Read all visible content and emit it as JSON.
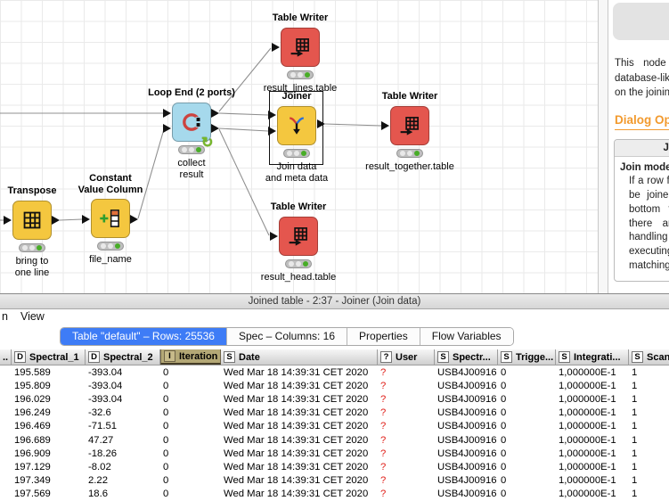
{
  "colors": {
    "node_red": "#E4564E",
    "node_yellow": "#F4C73F",
    "node_blue": "#A6D9EC",
    "selected_tab_blue": "#3E7CF6",
    "heading_orange": "#F29A2E",
    "selected_column_tan": "#B4A876",
    "missing_value_red": "#E0201A"
  },
  "canvas": {
    "nodes": [
      {
        "title": "Table Writer",
        "label": "result_lines.table"
      },
      {
        "title": "Loop End (2 ports)",
        "label": "collect\nresult"
      },
      {
        "title": "Joiner",
        "label": "Join data\nand meta data",
        "selected": true
      },
      {
        "title": "Table Writer",
        "label": "result_together.table"
      },
      {
        "title": "Transpose",
        "label": "bring to\none line"
      },
      {
        "title": "Constant\nValue Column",
        "label": "file_name"
      },
      {
        "title": "Table Writer",
        "label": "result_head.table"
      }
    ]
  },
  "help_panel": {
    "intro": "This node joins two tables in a database-like way. The join is based on the joining columns of both tables.",
    "dialog_heading": "Dialog Options",
    "box_title": "Joiner Settings",
    "join_mode_label": "Join mode",
    "join_mode_text": "If a row from the top table cannot be joined with a row from the bottom table (and vice versa) there are several options of handling this situation. After executing this node only matching rows are shown."
  },
  "table_window": {
    "title": "Joined table - 2:37 - Joiner (Join data)",
    "menu": [
      "n",
      "View"
    ],
    "tabs": [
      "Table \"default\" – Rows: 25536",
      "Spec – Columns: 16",
      "Properties",
      "Flow Variables"
    ],
    "columns": [
      {
        "icon": "",
        "label": ".."
      },
      {
        "icon": "D",
        "label": "Spectral_1"
      },
      {
        "icon": "D",
        "label": "Spectral_2"
      },
      {
        "icon": "I",
        "label": "Iteration",
        "selected": true
      },
      {
        "icon": "S",
        "label": "Date"
      },
      {
        "icon": "?",
        "label": "User"
      },
      {
        "icon": "S",
        "label": "Spectr..."
      },
      {
        "icon": "S",
        "label": "Trigge..."
      },
      {
        "icon": "S",
        "label": "Integrati..."
      },
      {
        "icon": "S",
        "label": "Scans"
      }
    ],
    "rows": [
      [
        "",
        "195.589",
        "-393.04",
        "0",
        "Wed Mar 18 14:39:31 CET 2020",
        "?",
        "USB4J00916",
        "0",
        "1,000000E-1",
        "1"
      ],
      [
        "",
        "195.809",
        "-393.04",
        "0",
        "Wed Mar 18 14:39:31 CET 2020",
        "?",
        "USB4J00916",
        "0",
        "1,000000E-1",
        "1"
      ],
      [
        "",
        "196.029",
        "-393.04",
        "0",
        "Wed Mar 18 14:39:31 CET 2020",
        "?",
        "USB4J00916",
        "0",
        "1,000000E-1",
        "1"
      ],
      [
        "",
        "196.249",
        "-32.6",
        "0",
        "Wed Mar 18 14:39:31 CET 2020",
        "?",
        "USB4J00916",
        "0",
        "1,000000E-1",
        "1"
      ],
      [
        "",
        "196.469",
        "-71.51",
        "0",
        "Wed Mar 18 14:39:31 CET 2020",
        "?",
        "USB4J00916",
        "0",
        "1,000000E-1",
        "1"
      ],
      [
        "",
        "196.689",
        "47.27",
        "0",
        "Wed Mar 18 14:39:31 CET 2020",
        "?",
        "USB4J00916",
        "0",
        "1,000000E-1",
        "1"
      ],
      [
        "",
        "196.909",
        "-18.26",
        "0",
        "Wed Mar 18 14:39:31 CET 2020",
        "?",
        "USB4J00916",
        "0",
        "1,000000E-1",
        "1"
      ],
      [
        "",
        "197.129",
        "-8.02",
        "0",
        "Wed Mar 18 14:39:31 CET 2020",
        "?",
        "USB4J00916",
        "0",
        "1,000000E-1",
        "1"
      ],
      [
        "",
        "197.349",
        "2.22",
        "0",
        "Wed Mar 18 14:39:31 CET 2020",
        "?",
        "USB4J00916",
        "0",
        "1,000000E-1",
        "1"
      ],
      [
        "",
        "197.569",
        "18.6",
        "0",
        "Wed Mar 18 14:39:31 CET 2020",
        "?",
        "USB4J00916",
        "0",
        "1,000000E-1",
        "1"
      ]
    ]
  }
}
